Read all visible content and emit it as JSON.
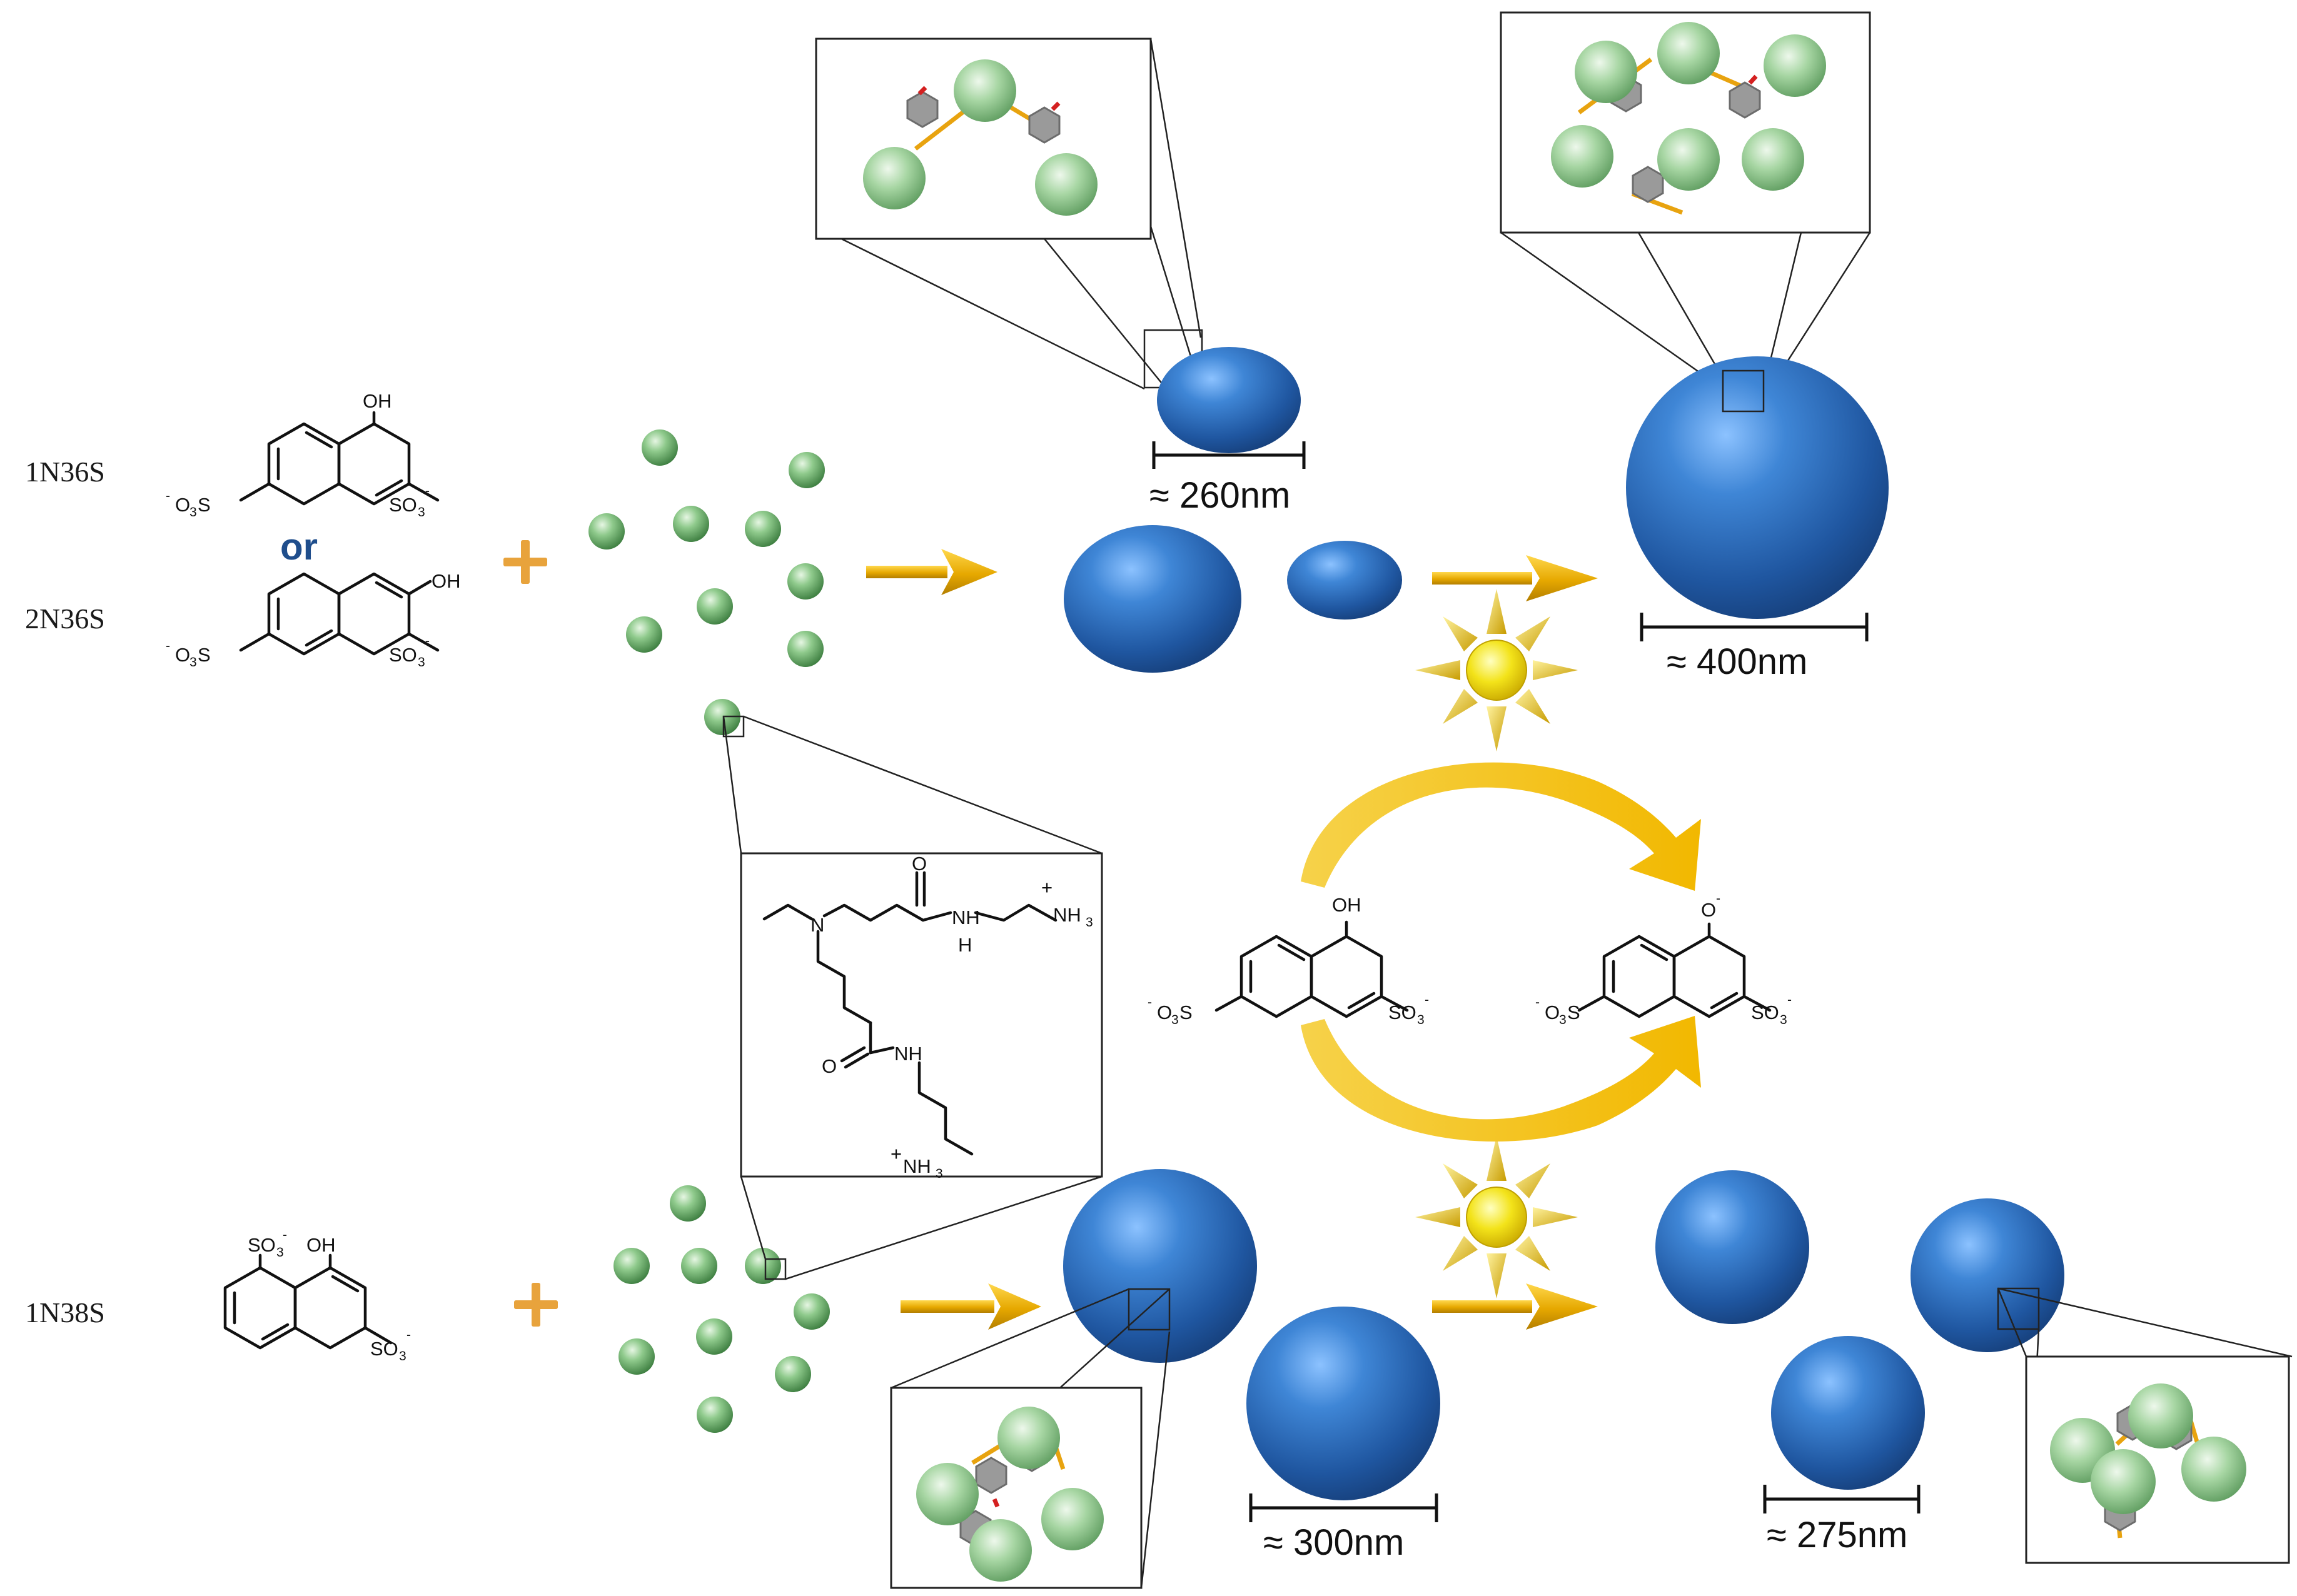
{
  "molecules": {
    "m1": {
      "label": "1N36S"
    },
    "m2": {
      "label": "2N36S"
    },
    "m3": {
      "label": "1N38S"
    },
    "connector": "or"
  },
  "chem": {
    "oh": "OH",
    "so3": "SO",
    "o3s": "O",
    "s_letter": "S",
    "sub3": "3",
    "minus": "-",
    "plus": "+",
    "nh3": "NH",
    "nh": "NH",
    "h": "H",
    "n": "N",
    "o": "O",
    "o_minus": "O"
  },
  "sizes": {
    "s260": "≈ 260nm",
    "s400": "≈ 400nm",
    "s300": "≈ 300nm",
    "s275": "≈ 275nm"
  },
  "colors": {
    "particle_blue": "#2f6fb8",
    "dendrimer_green": "#8fc98f",
    "arrow_gold": "#e0a600",
    "plus_orange": "#e8a33c",
    "sun_yellow": "#f2e21e"
  }
}
